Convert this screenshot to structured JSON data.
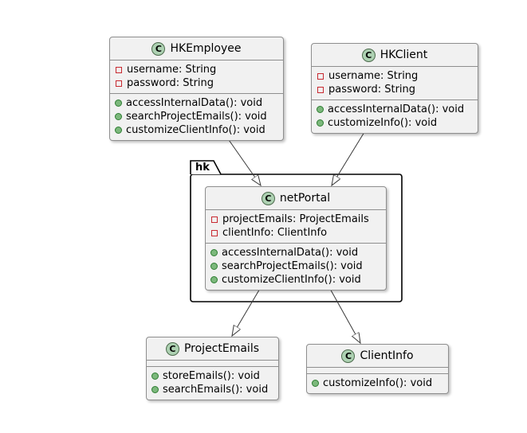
{
  "diagram": {
    "type": "uml-class-diagram",
    "package": {
      "label": "hk"
    },
    "classes": {
      "hkemployee": {
        "icon_letter": "C",
        "name": "HKEmployee",
        "attributes": [
          "username: String",
          "password: String"
        ],
        "methods": [
          "accessInternalData(): void",
          "searchProjectEmails(): void",
          "customizeClientInfo(): void"
        ]
      },
      "hkclient": {
        "icon_letter": "C",
        "name": "HKClient",
        "attributes": [
          "username: String",
          "password: String"
        ],
        "methods": [
          "accessInternalData(): void",
          "customizeInfo(): void"
        ]
      },
      "netportal": {
        "icon_letter": "C",
        "name": "netPortal",
        "attributes": [
          "projectEmails: ProjectEmails",
          "clientInfo: ClientInfo"
        ],
        "methods": [
          "accessInternalData(): void",
          "searchProjectEmails(): void",
          "customizeClientInfo(): void"
        ]
      },
      "projectemails": {
        "icon_letter": "C",
        "name": "ProjectEmails",
        "attributes": [],
        "methods": [
          "storeEmails(): void",
          "searchEmails(): void"
        ]
      },
      "clientinfo": {
        "icon_letter": "C",
        "name": "ClientInfo",
        "attributes": [],
        "methods": [
          "customizeInfo(): void"
        ]
      }
    },
    "relations": [
      {
        "from": "HKEmployee",
        "to": "netPortal",
        "style": "open-arrow"
      },
      {
        "from": "HKClient",
        "to": "netPortal",
        "style": "open-arrow"
      },
      {
        "from": "netPortal",
        "to": "ProjectEmails",
        "style": "open-arrow"
      },
      {
        "from": "netPortal",
        "to": "ClientInfo",
        "style": "open-arrow"
      }
    ],
    "colors": {
      "class_fill": "#F1F1F1",
      "class_border": "#8E8E8E",
      "class_icon_fill": "#ADD1B2",
      "private_field_icon": "#C82930",
      "public_method_icon_fill": "#7CB87C",
      "public_method_icon_border": "#2E7D32",
      "package_border": "#000000",
      "arrow": "#383838"
    }
  }
}
